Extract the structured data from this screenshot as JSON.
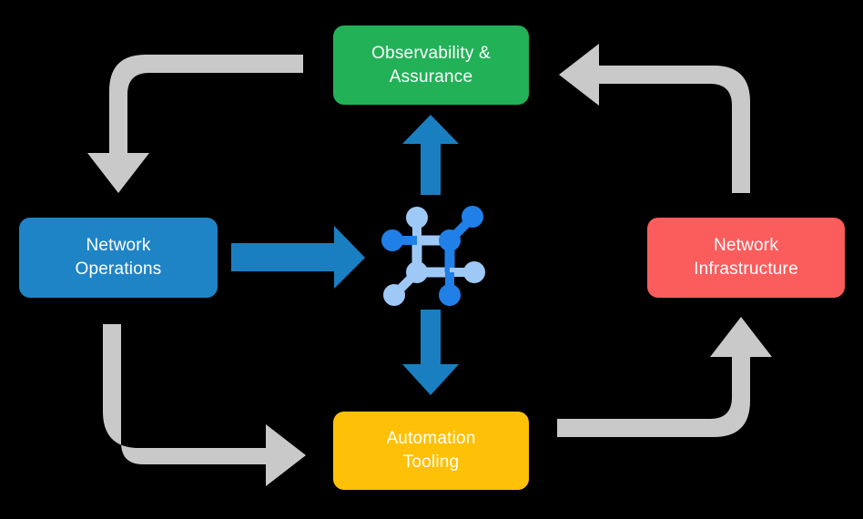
{
  "diagram": {
    "title": "Network lifecycle cycle diagram",
    "background_color": "#000000",
    "nodes": [
      {
        "id": "observability",
        "label": "Observability &\nAssurance",
        "color": "#22b157",
        "position": "top"
      },
      {
        "id": "operations",
        "label": "Network\nOperations",
        "color": "#1f84c6",
        "position": "left"
      },
      {
        "id": "infrastructure",
        "label": "Network\nInfrastructure",
        "color": "#fb5c5c",
        "position": "right"
      },
      {
        "id": "automation",
        "label": "Automation\nTooling",
        "color": "#ffc107",
        "position": "bottom"
      }
    ],
    "center_icon": {
      "name": "network-topology-icon",
      "primary_color": "#2080e8",
      "secondary_color": "#9ec9f7"
    },
    "arrows": [
      {
        "id": "center-to-observability",
        "style": "straight",
        "direction": "up",
        "color": "#1a7fc1",
        "from": "center",
        "to": "observability"
      },
      {
        "id": "center-to-automation",
        "style": "straight",
        "direction": "down",
        "color": "#1a7fc1",
        "from": "center",
        "to": "automation"
      },
      {
        "id": "operations-to-center",
        "style": "straight",
        "direction": "right",
        "color": "#1a7fc1",
        "from": "operations",
        "to": "center"
      },
      {
        "id": "observability-to-operations",
        "style": "elbow",
        "direction": "down",
        "color": "#c9c9c9",
        "from": "observability",
        "to": "operations"
      },
      {
        "id": "operations-to-automation",
        "style": "elbow",
        "direction": "right",
        "color": "#c9c9c9",
        "from": "operations",
        "to": "automation"
      },
      {
        "id": "automation-to-infrastructure",
        "style": "elbow",
        "direction": "up",
        "color": "#c9c9c9",
        "from": "automation",
        "to": "infrastructure"
      },
      {
        "id": "infrastructure-to-observability",
        "style": "elbow",
        "direction": "left",
        "color": "#c9c9c9",
        "from": "infrastructure",
        "to": "observability"
      }
    ]
  }
}
